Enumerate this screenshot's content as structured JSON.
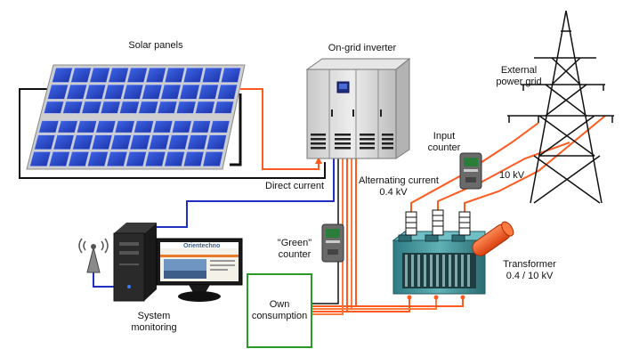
{
  "labels": {
    "solar_panels": "Solar panels",
    "inverter": "On-grid inverter",
    "external_grid_line1": "External",
    "external_grid_line2": "power grid",
    "direct_current": "Direct current",
    "alternating_current_line1": "Alternating current",
    "alternating_current_line2": "0.4 kV",
    "input_counter_line1": "Input",
    "input_counter_line2": "counter",
    "voltage_10kv": "10 kV",
    "green_counter_line1": "\"Green\"",
    "green_counter_line2": "counter",
    "transformer_line1": "Transformer",
    "transformer_line2": "0.4 / 10 kV",
    "own_consumption_line1": "Own",
    "own_consumption_line2": "consumption",
    "system_monitoring_line1": "System",
    "system_monitoring_line2": "monitoring",
    "monitor_brand": "Orientechno"
  },
  "colors": {
    "panel_blue": "#1f3fbf",
    "wire_orange": "#ff5a1f",
    "wire_blue": "#2030c0",
    "wire_black": "#111111",
    "own_box_green": "#2a9a2a",
    "cabinet_gray": "#d8d8d8",
    "transformer_teal": "#3f8f95"
  }
}
